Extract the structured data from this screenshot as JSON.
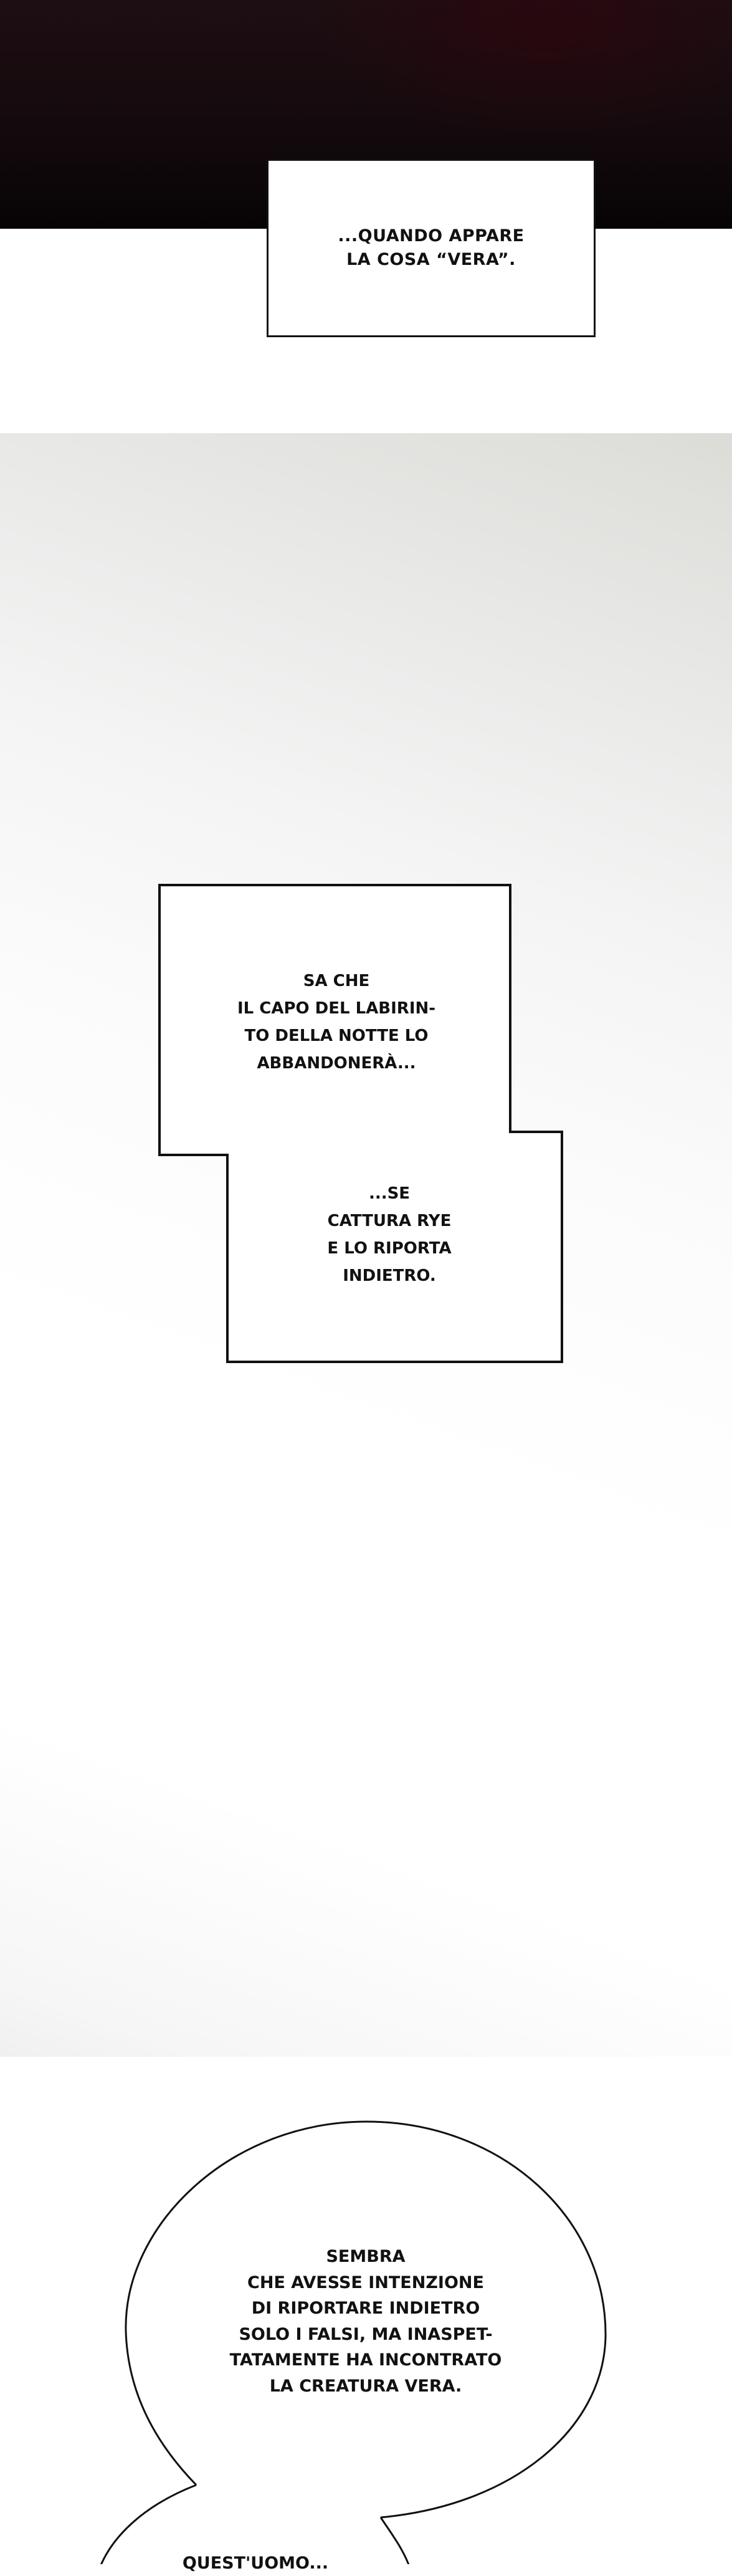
{
  "page": {
    "background": "#ffffff"
  },
  "panels": {
    "dark_panel": {
      "color_top": "#1d0e12",
      "color_bottom": "#070405"
    },
    "gradient_panel": {
      "color_top": "#dcdcd7",
      "color_bottom": "#ffffff"
    }
  },
  "caption_1": {
    "lines": [
      "...QUANDO APPARE",
      "LA COSA “VERA”."
    ]
  },
  "caption_2": {
    "part_a": [
      "SA CHE",
      "IL CAPO DEL LABIRIN-",
      "TO DELLA NOTTE LO",
      "ABBANDONERÀ..."
    ],
    "part_b": [
      "...SE",
      "CATTURA RYE",
      "E LO RIPORTA",
      "INDIETRO."
    ]
  },
  "bubble_1": {
    "lines": [
      "SEMBRA",
      "CHE AVESSE INTENZIONE",
      "DI RIPORTARE INDIETRO",
      "SOLO I FALSI, MA INASPET-",
      "TATAMENTE HA INCONTRATO",
      "LA CREATURA VERA."
    ]
  },
  "bubble_2": {
    "lines": [
      "QUEST'UOMO..."
    ]
  }
}
